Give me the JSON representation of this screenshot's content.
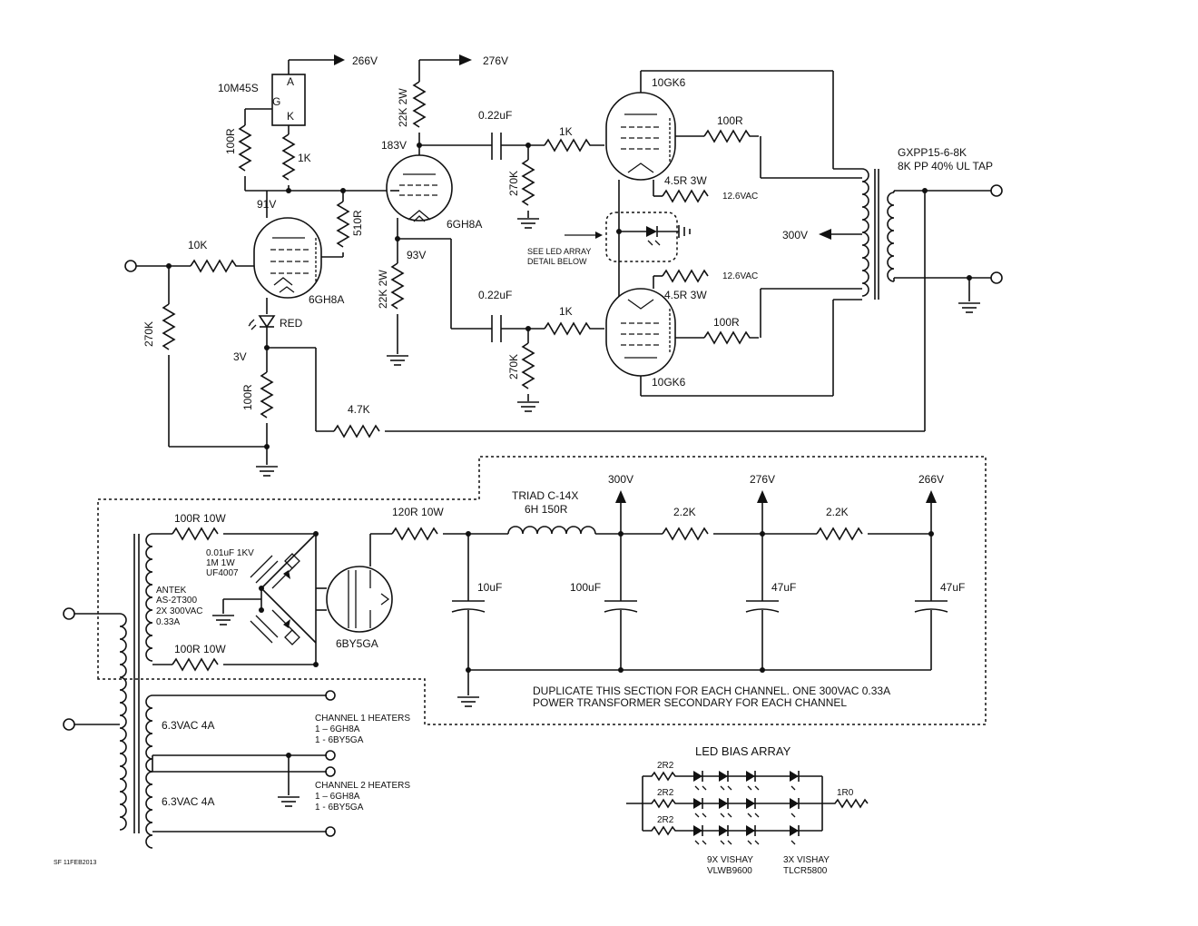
{
  "labels": {
    "v266_top": "266V",
    "v276_top": "276V",
    "reg": "10M45S",
    "reg_a": "A",
    "reg_g": "G",
    "reg_k": "K",
    "r100_reg": "100R",
    "r1k_reg": "1K",
    "v91": "91V",
    "r10k": "10K",
    "r270k_in": "270K",
    "tube1": "6GH8A",
    "led_red": "RED",
    "v3": "3V",
    "r100_cath": "100R",
    "r510": "510R",
    "r22k_plate": "22K 2W",
    "v183": "183V",
    "tube2": "6GH8A",
    "v93": "93V",
    "r22k_cath": "22K 2W",
    "c022_top": "0.22uF",
    "r270k_top": "270K",
    "r1k_top": "1K",
    "out_top": "10GK6",
    "r100_g2_top": "100R",
    "r45_top": "4.5R 3W",
    "v126_top": "12.6VAC",
    "led_note_1": "SEE LED ARRAY",
    "led_note_2": "DETAIL BELOW",
    "c022_bot": "0.22uF",
    "r270k_bot": "270K",
    "r1k_bot": "1K",
    "v126_bot": "12.6VAC",
    "r45_bot": "4.5R 3W",
    "r100_g2_bot": "100R",
    "out_bot": "10GK6",
    "ot_1": "GXPP15-6-8K",
    "ot_2": "8K PP 40% UL TAP",
    "v300_ct": "300V",
    "r47k": "4.7K",
    "v300_ps": "300V",
    "v276_ps": "276V",
    "v266_ps": "266V",
    "triad_1": "TRIAD C-14X",
    "triad_2": "6H 150R",
    "r120": "120R 10W",
    "r22k_a": "2.2K",
    "r22k_b": "2.2K",
    "c10": "10uF",
    "c100": "100uF",
    "c47a": "47uF",
    "c47b": "47uF",
    "r100w_top": "100R 10W",
    "r100w_bot": "100R 10W",
    "snub_1": "0.01uF 1KV",
    "snub_2": "1M 1W",
    "snub_3": "UF4007",
    "pt_1": "ANTEK",
    "pt_2": "AS-2T300",
    "pt_3": "2X 300VAC",
    "pt_4": "0.33A",
    "rect": "6BY5GA",
    "dup_1": "DUPLICATE THIS SECTION FOR EACH CHANNEL. ONE 300VAC 0.33A",
    "dup_2": "POWER TRANSFORMER SECONDARY FOR EACH CHANNEL",
    "h1": "6.3VAC 4A",
    "h2": "6.3VAC 4A",
    "ch1_1": "CHANNEL 1 HEATERS",
    "ch1_2": "1 – 6GH8A",
    "ch1_3": "1 - 6BY5GA",
    "ch2_1": "CHANNEL 2 HEATERS",
    "ch2_2": "1 – 6GH8A",
    "ch2_3": "1 - 6BY5GA",
    "led_title": "LED BIAS ARRAY",
    "r2r2_a": "2R2",
    "r2r2_b": "2R2",
    "r2r2_c": "2R2",
    "r1r0": "1R0",
    "vishay9_1": "9X VISHAY",
    "vishay9_2": "VLWB9600",
    "vishay3_1": "3X VISHAY",
    "vishay3_2": "TLCR5800",
    "sig": "SF 11FEB2013"
  }
}
